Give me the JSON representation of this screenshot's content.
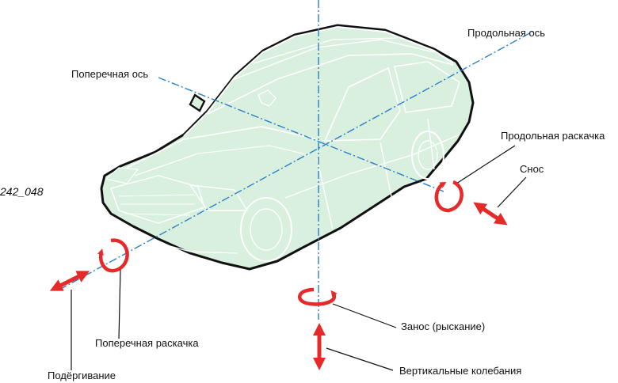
{
  "figure_id": "242_048",
  "labels": {
    "longitudinal_axis": "Продольная ось",
    "transverse_axis": "Поперечная ось",
    "pitch": "Продольная раскачка",
    "drift": "Снос",
    "roll": "Поперечная раскачка",
    "jerk": "Подёргивание",
    "yaw": "Занос (рыскание)",
    "heave": "Вертикальные колебания"
  },
  "colors": {
    "car_fill": "#d8f0dd",
    "axis": "#2a7fc9",
    "arrow": "#e62a2a",
    "outline": "#111111"
  },
  "icons": {
    "rotation": "curved-rotation-arrow",
    "translation": "double-headed-arrow"
  }
}
